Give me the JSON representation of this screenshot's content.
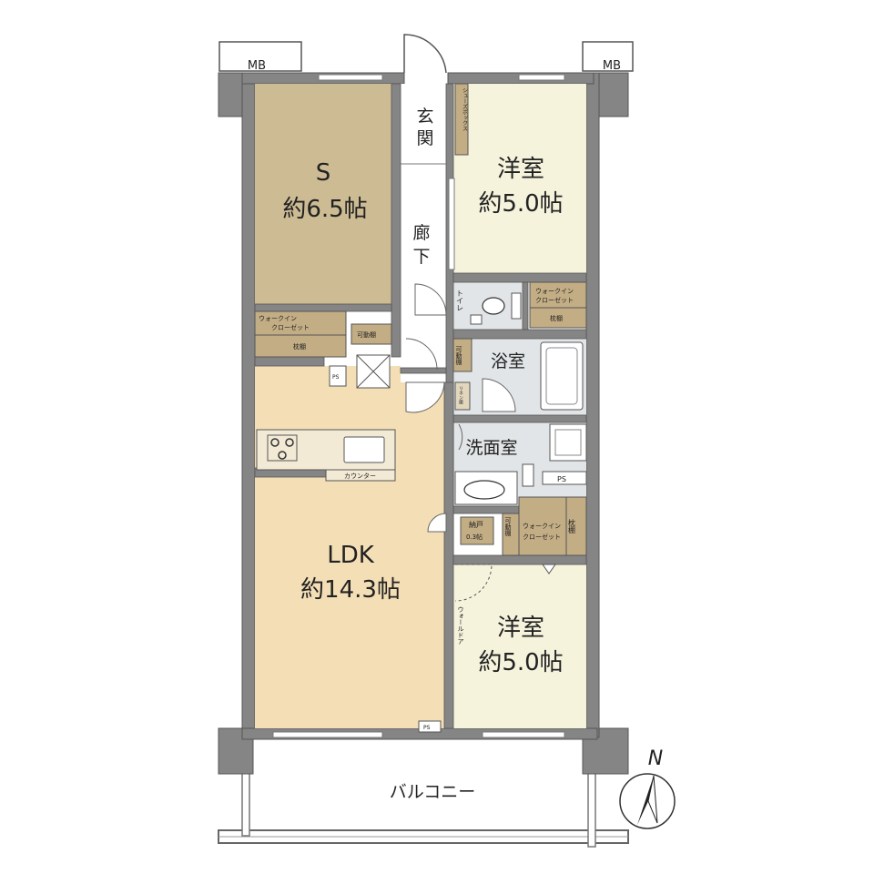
{
  "colors": {
    "wall": "#858585",
    "wall_edge": "#5a5a5a",
    "s_room": "#cdbb94",
    "western": "#f6f3dd",
    "ldk": "#f4deb6",
    "closet": "#c3ad85",
    "wet": "#e2e5e7",
    "hall": "#ffffff"
  },
  "rooms": {
    "s_room": {
      "name": "S",
      "area": "約6.5帖"
    },
    "western_top": {
      "name": "洋室",
      "area": "約5.0帖"
    },
    "western_bottom": {
      "name": "洋室",
      "area": "約5.0帖"
    },
    "ldk": {
      "name": "LDK",
      "area": "約14.3帖"
    },
    "entrance": {
      "char1": "玄",
      "char2": "関"
    },
    "corridor": {
      "char1": "廊",
      "char2": "下"
    },
    "bath": "浴室",
    "washroom": "洗面室",
    "toilet": "トイレ",
    "balcony": "バルコニー"
  },
  "storage": {
    "mb_left": "MB",
    "mb_right": "MB",
    "shoe_box": "シューズボックス",
    "wic_s_line1": "ウォークイン",
    "wic_s_line2": "クローゼット",
    "shelf_s": "枕棚",
    "movable_shelf_s": "可動棚",
    "wic_top_line1": "ウォークイン",
    "wic_top_line2": "クローゼット",
    "shelf_top": "枕棚",
    "movable_shelf_hall": "可動棚",
    "linen_hall": "リネン庫",
    "ps_ldk": "PS",
    "ps_wash": "PS",
    "counter": "カウンター",
    "closet_03_line1": "納戸",
    "closet_03_line2": "0.3帖",
    "movable_shelf_bottom": "可動棚",
    "wic_bottom_line1": "ウォークイン",
    "wic_bottom_line2": "クローゼット",
    "shelf_bottom": "枕棚",
    "wall_door": "ウォールドア",
    "ps_bottom": "PS"
  },
  "compass": {
    "label": "N"
  }
}
